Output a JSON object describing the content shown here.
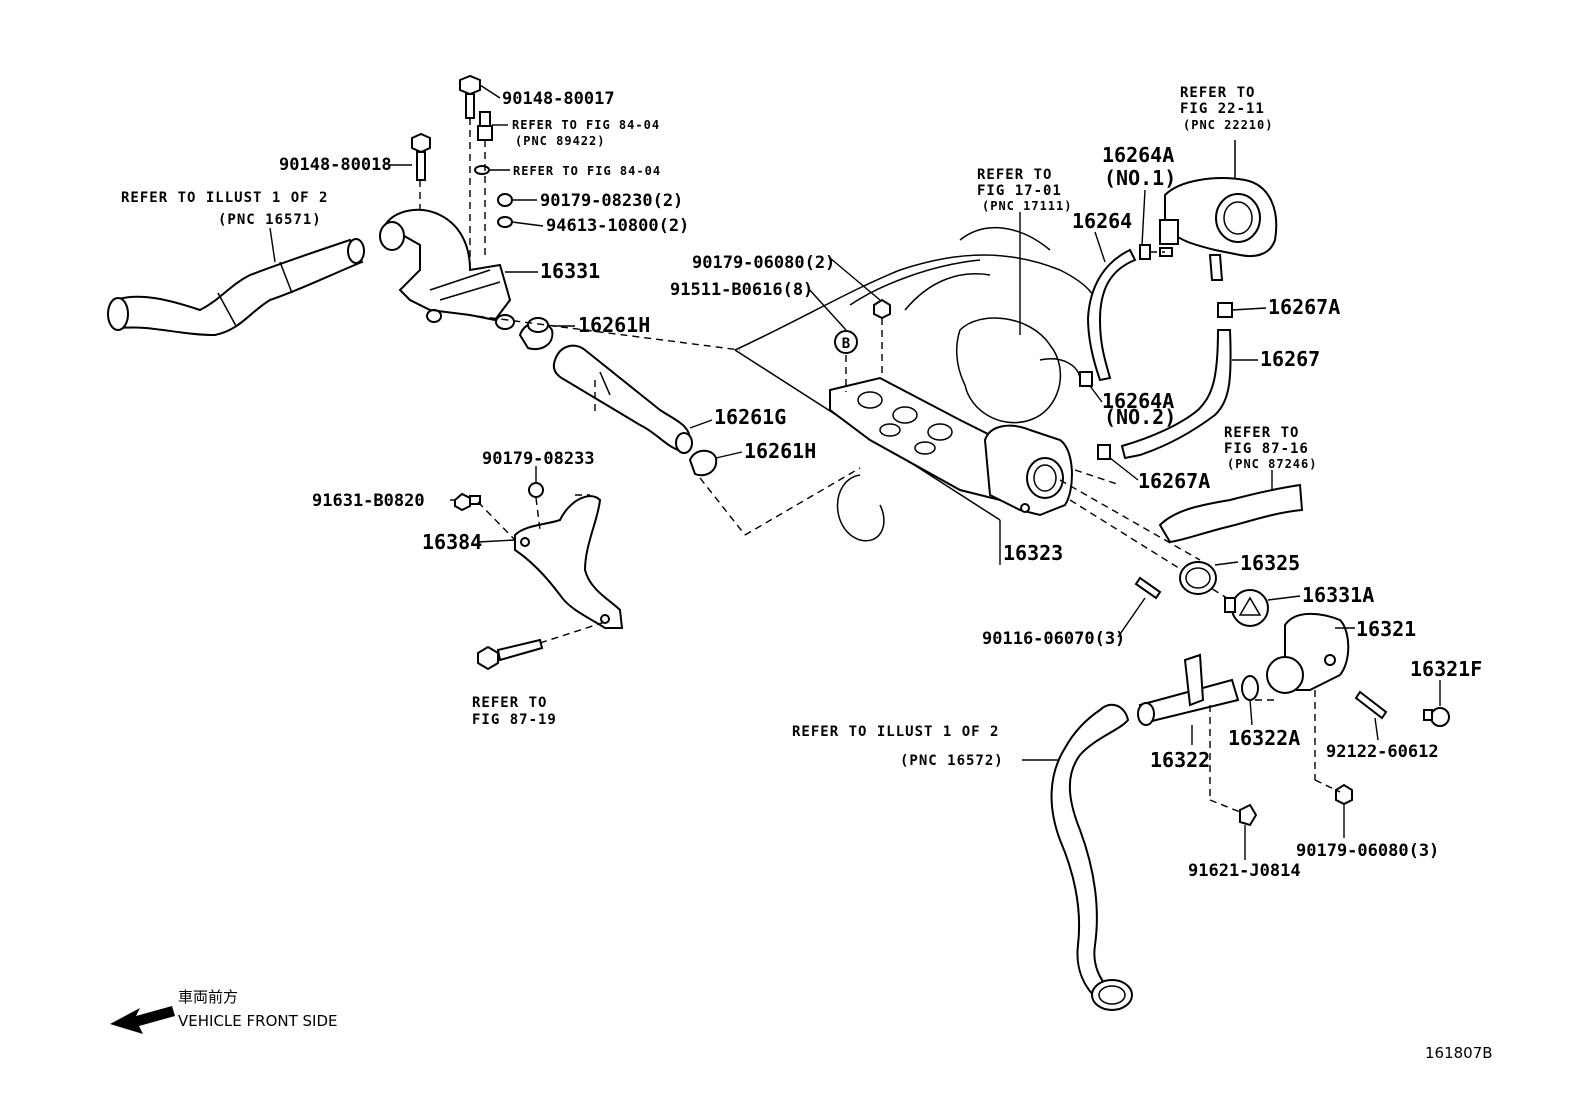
{
  "labels": {
    "p90148_80017": "90148-80017",
    "ref_fig84_04_a": "REFER TO FIG 84-04",
    "pnc_89422": "(PNC 89422)",
    "ref_fig84_04_b": "REFER TO FIG 84-04",
    "p90148_80018": "90148-80018",
    "p90179_08230": "90179-08230(2)",
    "p94613_10800": "94613-10800(2)",
    "ref_illust_1": "REFER TO ILLUST 1 OF 2",
    "pnc_16571": "(PNC 16571)",
    "p16331": "16331",
    "p16261H_a": "16261H",
    "p90179_06080_2": "90179-06080(2)",
    "p91511_B0616": "91511-B0616(8)",
    "p16261G": "16261G",
    "p16261H_b": "16261H",
    "p90179_08233": "90179-08233",
    "p91631_B0820": "91631-B0820",
    "p16384": "16384",
    "ref_fig87_19_a": "REFER TO",
    "ref_fig87_19_b": "FIG 87-19",
    "ref_fig17_01_a": "REFER TO",
    "ref_fig17_01_b": "FIG 17-01",
    "pnc_17111": "(PNC 17111)",
    "p16264A_no1_a": "16264A",
    "p16264A_no1_b": "(NO.1)",
    "p16264": "16264",
    "ref_fig22_11_a": "REFER TO",
    "ref_fig22_11_b": "FIG 22-11",
    "pnc_22210": "(PNC 22210)",
    "p16267A_a": "16267A",
    "p16267": "16267",
    "p16264A_no2_a": "16264A",
    "p16264A_no2_b": "(NO.2)",
    "p16267A_b": "16267A",
    "ref_fig87_16_a": "REFER TO",
    "ref_fig87_16_b": "FIG 87-16",
    "pnc_87246": "(PNC 87246)",
    "p16323": "16323",
    "p16325": "16325",
    "p16331A": "16331A",
    "p90116_06070": "90116-06070(3)",
    "p16321": "16321",
    "p16321F": "16321F",
    "ref_illust_2": "REFER TO ILLUST 1 OF 2",
    "pnc_16572": "(PNC 16572)",
    "p16322": "16322",
    "p16322A": "16322A",
    "p92122_60612": "92122-60612",
    "p91621_J0814": "91621-J0814",
    "p90179_06080_3": "90179-06080(3)",
    "marker_b": "B",
    "front_jp": "車両前方",
    "front_en": "VEHICLE FRONT SIDE",
    "drawing_no": "161807B"
  }
}
